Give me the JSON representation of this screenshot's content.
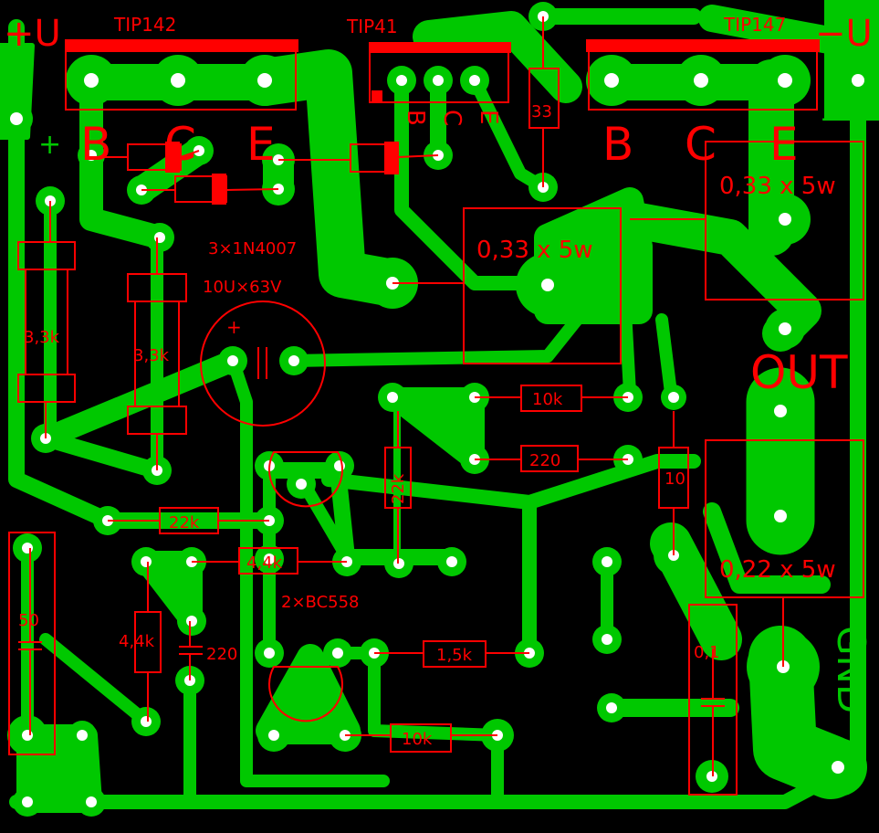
{
  "colors": {
    "background": "#000000",
    "copper": "#00C800",
    "silk": "#FF0000",
    "hole": "#FFFFFF"
  },
  "power": {
    "plus": "+U",
    "minus": "−U",
    "plus_sign": "+",
    "minus_sign": "−"
  },
  "transistors": {
    "left": "TIP142",
    "mid": "TIP41",
    "right": "TIP147",
    "pins_left": [
      "B",
      "C",
      "E"
    ],
    "pins_right": [
      "B",
      "C",
      "E"
    ],
    "pins_mid": [
      "B",
      "C",
      "E"
    ]
  },
  "resistors": {
    "r33": "33",
    "r33k_a": "3,3k",
    "r33k_b": "3,3k",
    "r22k": "22k",
    "r22k_v": "22k",
    "r44k_h": "4,4k",
    "r44k_v": "4,4k",
    "r10k_a": "10k",
    "r10k_b": "10k",
    "r220": "220",
    "r10": "10",
    "r15k": "1,5k"
  },
  "power_resistors": {
    "mid": "0,33 x 5w",
    "right": "0,33 x 5w",
    "out": "0,22 x 5w"
  },
  "caps": {
    "c_elec": "10U×63V",
    "c50": "50",
    "c220": "220",
    "c01": "0,1"
  },
  "parts": {
    "diodes": "3×1N4007",
    "bc558": "2×BC558"
  },
  "terminals": {
    "out": "OUT",
    "gnd": "GND"
  }
}
